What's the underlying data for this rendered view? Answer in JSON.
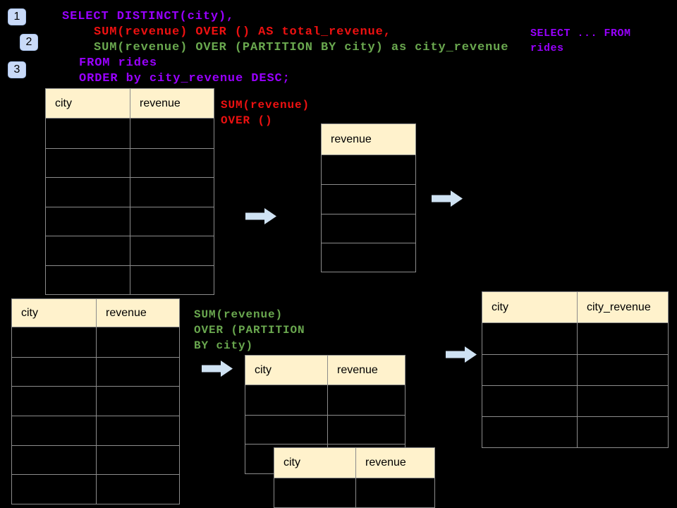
{
  "colors": {
    "background": "#000000",
    "sql_purple": "#9900ff",
    "sql_red": "#ee1111",
    "sql_green": "#6aa84f",
    "badge_bg": "#c9daf8",
    "arrow_fill": "#cfe2f3",
    "table_header_bg": "#fff2cc",
    "table_border": "#8c8c8c"
  },
  "badges": {
    "one": "1",
    "two": "2",
    "three": "3"
  },
  "sql": {
    "line1": "SELECT DISTINCT(city),",
    "line2": "SUM(revenue) OVER () AS total_revenue,",
    "line3": "SUM(revenue) OVER (PARTITION BY city) as city_revenue",
    "line4": "FROM rides",
    "line5": "ORDER by city_revenue DESC;",
    "note_line1": "SELECT ... FROM",
    "note_line2": "rides"
  },
  "annotations": {
    "total": {
      "line1": "SUM(revenue)",
      "line2": "OVER ()"
    },
    "partition": {
      "line1": "SUM(revenue)",
      "line2": "OVER (PARTITION",
      "line3": "BY city)"
    }
  },
  "tables": {
    "source_top": {
      "col1": "city",
      "col2": "revenue"
    },
    "total_result": {
      "col1": "revenue"
    },
    "source_bottom": {
      "col1": "city",
      "col2": "revenue"
    },
    "partition_mid": {
      "col1": "city",
      "col2": "revenue"
    },
    "partition_overlay": {
      "col1": "city",
      "col2": "revenue"
    },
    "city_revenue_result": {
      "col1": "city",
      "col2": "city_revenue"
    }
  }
}
